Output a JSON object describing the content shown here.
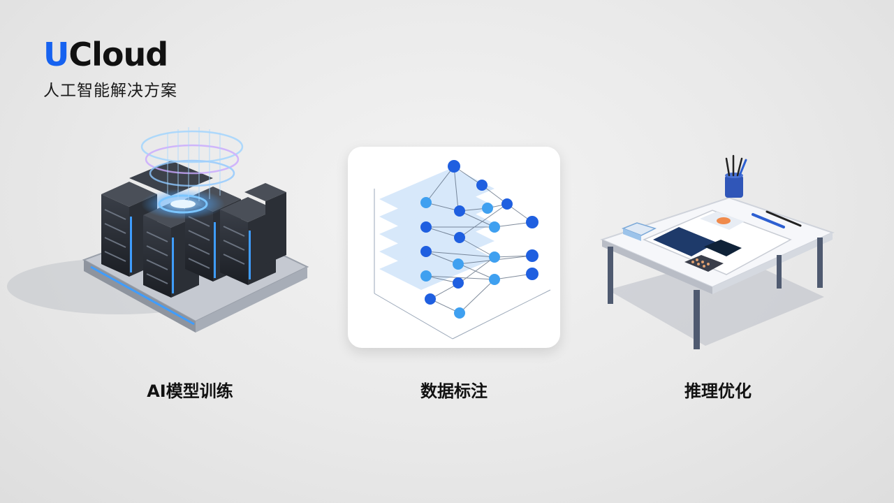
{
  "brand": {
    "logo_accent": "U",
    "logo_rest": "Cloud",
    "subtitle": "人工智能解决方案"
  },
  "colors": {
    "accent": "#1662f0",
    "text": "#111111",
    "node_dark": "#1f5fe0",
    "node_light": "#3fa0f0"
  },
  "panels": [
    {
      "id": "training",
      "caption": "AI模型训练",
      "icon": "server-rack-icon"
    },
    {
      "id": "labeling",
      "caption": "数据标注",
      "icon": "neural-network-icon"
    },
    {
      "id": "inference",
      "caption": "推理优化",
      "icon": "desk-with-images-icon"
    }
  ]
}
